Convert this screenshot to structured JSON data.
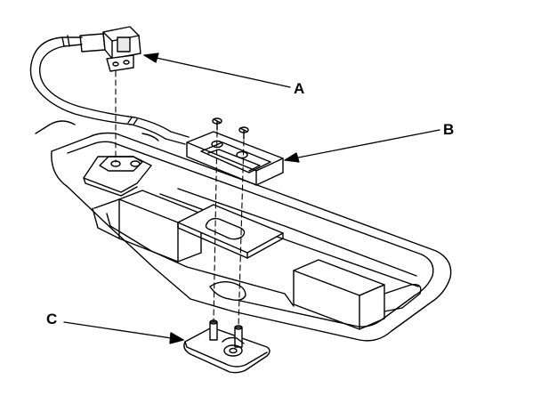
{
  "diagram": {
    "callouts": {
      "a": "A",
      "b": "B",
      "c": "C"
    },
    "colors": {
      "line": "#000000",
      "background": "#ffffff",
      "shade": "#e9e9e9"
    },
    "icons": {
      "a": "connector-icon",
      "b": "switch-unit-icon",
      "c": "base-bracket-icon"
    }
  }
}
